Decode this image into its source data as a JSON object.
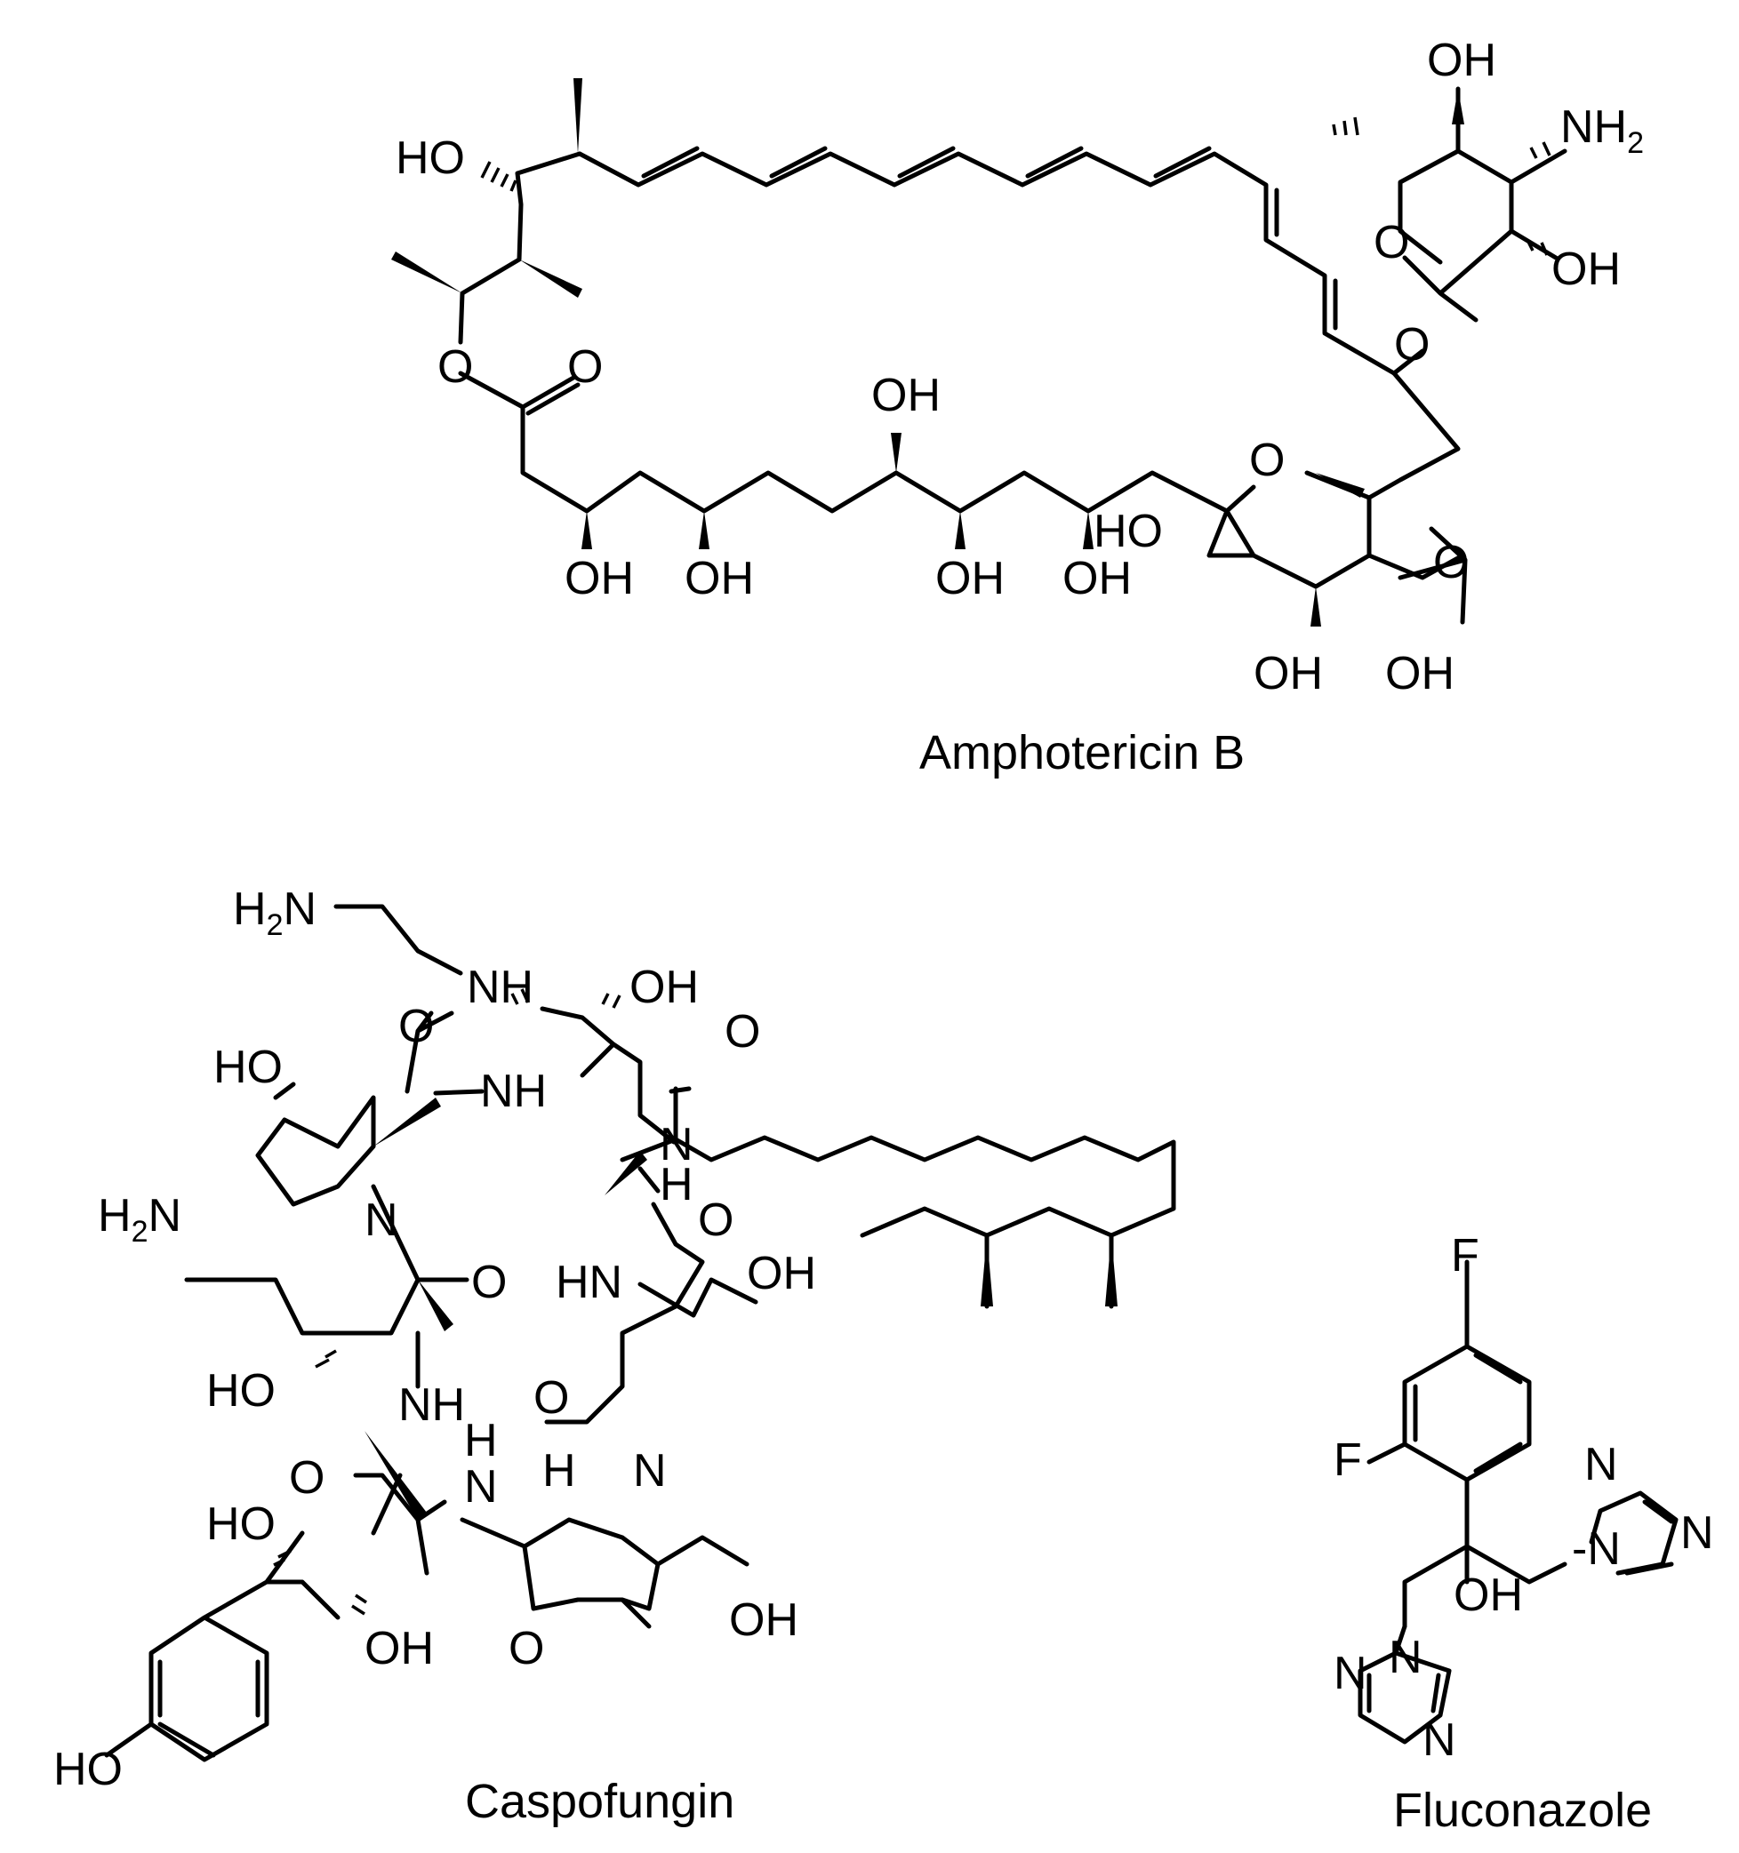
{
  "compounds": {
    "amphotericin": {
      "name": "Amphotericin B"
    },
    "caspofungin": {
      "name": "Caspofungin"
    },
    "fluconazole": {
      "name": "Fluconazole"
    }
  },
  "atoms": {
    "OH": "OH",
    "HO": "HO",
    "O": "O",
    "NH": "NH",
    "N": "N",
    "H": "H",
    "F": "F",
    "NH2_main": "NH",
    "H2N_main": "H",
    "N_of_H2N": "N",
    "sub2": "2"
  }
}
